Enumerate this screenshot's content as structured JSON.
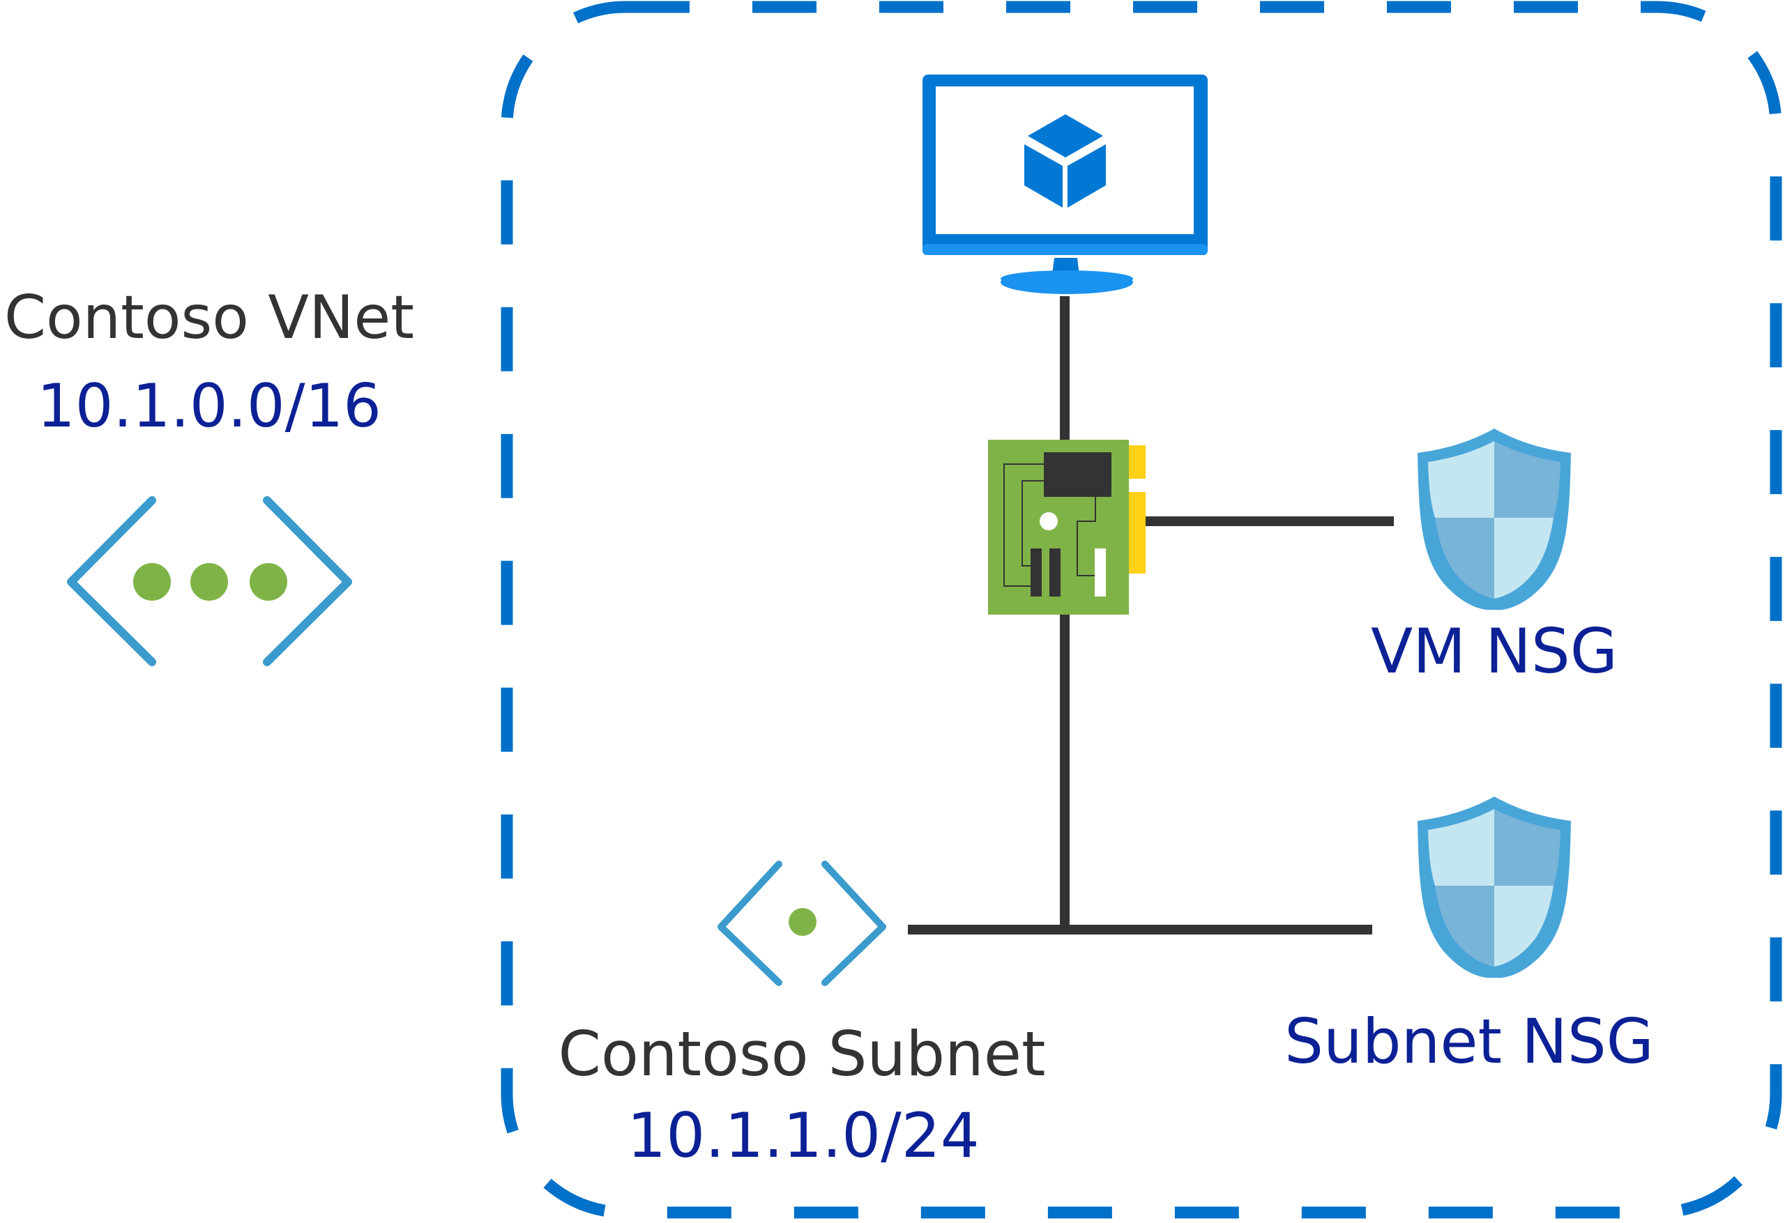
{
  "vnet": {
    "name": "Contoso VNet",
    "cidr": "10.1.0.0/16",
    "icon": "virtual-network-icon"
  },
  "vm": {
    "icon": "virtual-machine-icon"
  },
  "nic": {
    "icon": "network-interface-icon"
  },
  "vm_nsg": {
    "name": "VM NSG",
    "icon": "shield-icon"
  },
  "subnet_nsg": {
    "name": "Subnet NSG",
    "icon": "shield-icon"
  },
  "subnet": {
    "name": "Contoso Subnet",
    "cidr": "10.1.1.0/24",
    "icon": "subnet-icon"
  },
  "colors": {
    "boundary": "#0070c8",
    "connector": "#333333",
    "vm_blue": "#0078d4",
    "vm_light": "#1a92f0",
    "icon_blue": "#3a9bcc",
    "dot_green": "#7fb347",
    "nic_green": "#7fb347",
    "nic_yellow": "#fcd116",
    "shield_border": "#48a5d8",
    "shield_light": "#c4e6f1",
    "shield_mid": "#78b4d8",
    "text_dark": "#333333",
    "text_navy": "#0c2195"
  }
}
